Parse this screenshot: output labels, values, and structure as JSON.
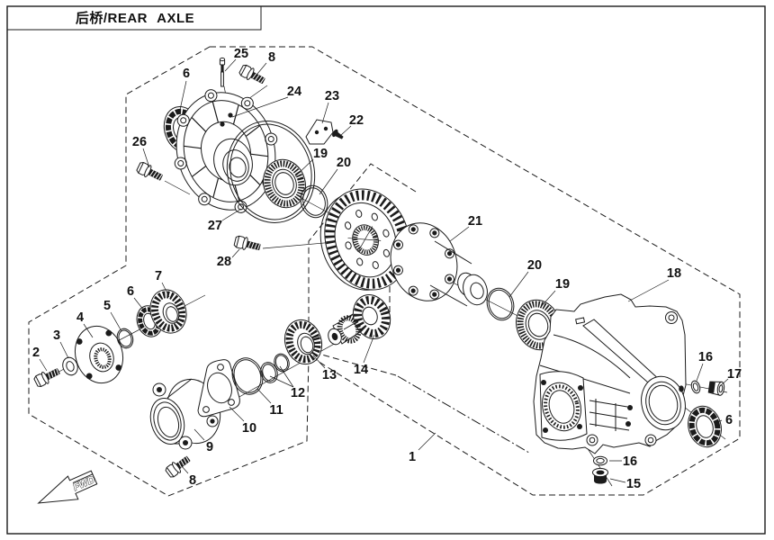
{
  "title": {
    "text": "后桥/REAR AXLE"
  },
  "direction_arrow": {
    "label": "FWD"
  },
  "colors": {
    "line": "#1b1b1b",
    "background": "#ffffff"
  },
  "callouts": [
    {
      "num": "25"
    },
    {
      "num": "8"
    },
    {
      "num": "6"
    },
    {
      "num": "24"
    },
    {
      "num": "23"
    },
    {
      "num": "22"
    },
    {
      "num": "26"
    },
    {
      "num": "19"
    },
    {
      "num": "20"
    },
    {
      "num": "27"
    },
    {
      "num": "28"
    },
    {
      "num": "21"
    },
    {
      "num": "20"
    },
    {
      "num": "19"
    },
    {
      "num": "18"
    },
    {
      "num": "16"
    },
    {
      "num": "17"
    },
    {
      "num": "6"
    },
    {
      "num": "16"
    },
    {
      "num": "15"
    },
    {
      "num": "7"
    },
    {
      "num": "6"
    },
    {
      "num": "5"
    },
    {
      "num": "4"
    },
    {
      "num": "3"
    },
    {
      "num": "2"
    },
    {
      "num": "13"
    },
    {
      "num": "14"
    },
    {
      "num": "12"
    },
    {
      "num": "11"
    },
    {
      "num": "10"
    },
    {
      "num": "9"
    },
    {
      "num": "8"
    },
    {
      "num": "1"
    }
  ]
}
